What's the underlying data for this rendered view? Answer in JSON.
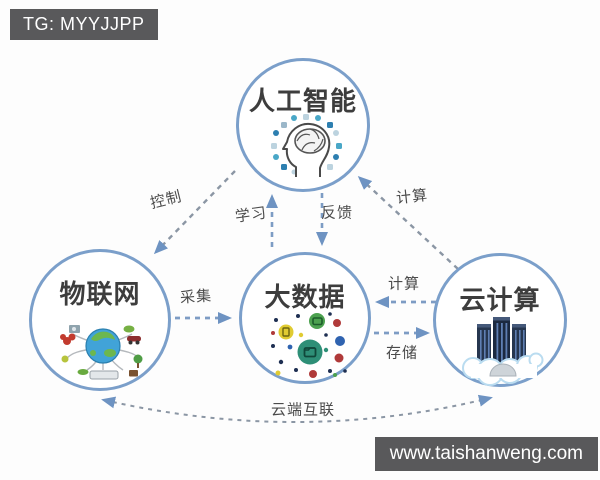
{
  "watermarks": {
    "top_left": "TG: MYYJJPP",
    "bottom_right": "www.taishanweng.com"
  },
  "nodes": [
    {
      "id": "ai",
      "label": "人工智能",
      "icon": "ai-head-brain-icon"
    },
    {
      "id": "iot",
      "label": "物联网",
      "icon": "iot-globe-devices-icon"
    },
    {
      "id": "bigdata",
      "label": "大数据",
      "icon": "bigdata-dots-icon"
    },
    {
      "id": "cloud",
      "label": "云计算",
      "icon": "cloud-servers-icon"
    }
  ],
  "edges": [
    {
      "label": "控制",
      "from": "人工智能",
      "to": "物联网",
      "direction": "one-way"
    },
    {
      "label": "学习",
      "from": "大数据",
      "to": "人工智能",
      "direction": "one-way"
    },
    {
      "label": "反馈",
      "from": "人工智能",
      "to": "大数据",
      "direction": "one-way"
    },
    {
      "label": "计算",
      "from": "云计算",
      "to": "人工智能",
      "direction": "one-way"
    },
    {
      "label": "采集",
      "from": "物联网",
      "to": "大数据",
      "direction": "one-way"
    },
    {
      "label": "计算",
      "from": "云计算",
      "to": "大数据",
      "direction": "one-way"
    },
    {
      "label": "存储",
      "from": "大数据",
      "to": "云计算",
      "direction": "one-way"
    },
    {
      "label": "云端互联",
      "from": "物联网",
      "to": "云计算",
      "direction": "two-way"
    }
  ],
  "colors": {
    "circle_stroke": "#7b9fca",
    "arrow_dash": "#8296ad",
    "arrow_head": "#6e93c2",
    "badge_bg": "#59595b",
    "badge_text": "#ffffff",
    "title_text": "#3d3d3d",
    "label_text": "#4b4b4b"
  }
}
